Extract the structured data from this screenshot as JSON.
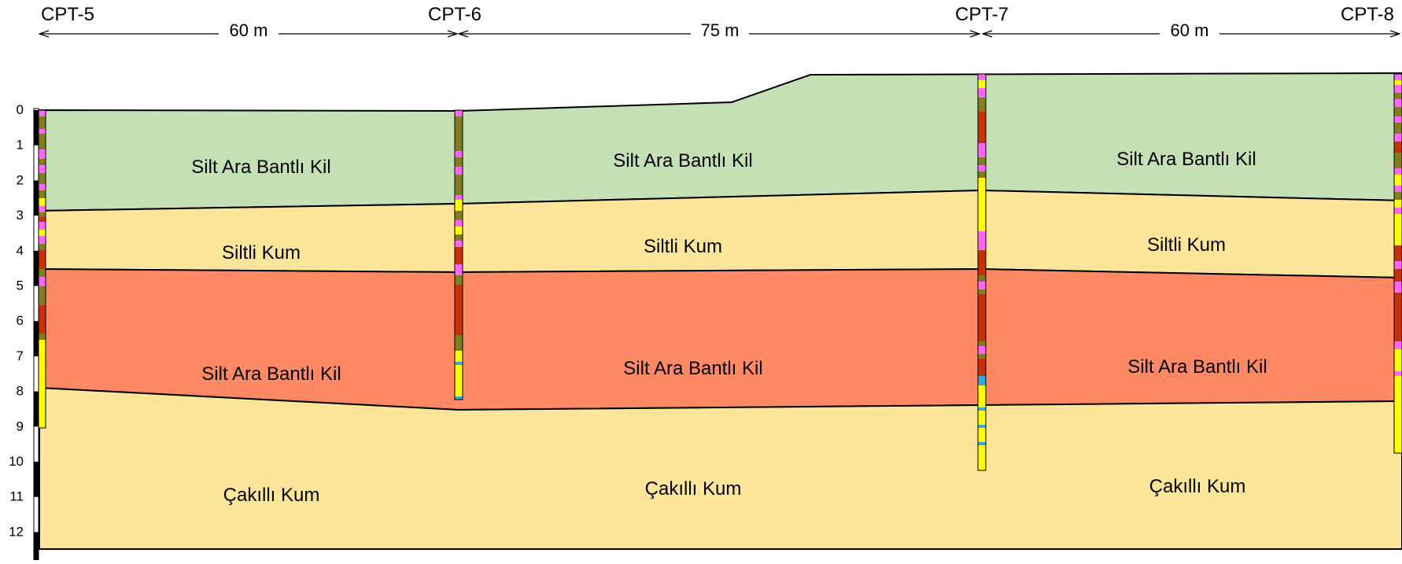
{
  "cpt_labels": [
    "CPT-5",
    "CPT-6",
    "CPT-7",
    "CPT-8"
  ],
  "spacings": [
    "60 m",
    "75 m",
    "60 m"
  ],
  "depth_ticks": [
    "0",
    "1",
    "2",
    "3",
    "4",
    "5",
    "6",
    "7",
    "8",
    "9",
    "10",
    "11",
    "12"
  ],
  "layers": [
    {
      "name": "Silt Ara Bantlı Kil",
      "color": "#c5e0b4",
      "labels": [
        "Silt Ara Bantlı Kil",
        "Silt Ara Bantlı Kil",
        "Silt Ara Bantlı Kil"
      ]
    },
    {
      "name": "Siltli Kum",
      "color": "#fde59a",
      "labels": [
        "Siltli Kum",
        "Siltli Kum",
        "Siltli Kum"
      ]
    },
    {
      "name": "Silt Ara Bantlı Kil",
      "color": "#ff8865",
      "labels": [
        "Silt Ara Bantlı Kil",
        "Silt Ara Bantlı Kil",
        "Silt Ara Bantlı Kil"
      ]
    },
    {
      "name": "Çakıllı Kum",
      "color": "#fde59a",
      "labels": [
        "Çakıllı Kum",
        "Çakıllı Kum",
        "Çakıllı Kum"
      ]
    }
  ],
  "log_colors": {
    "pink": "#ff66ff",
    "olive": "#7f7f1f",
    "red": "#c83200",
    "yellow": "#ffff00",
    "blue": "#33aadd",
    "brown": "#a0522d"
  }
}
